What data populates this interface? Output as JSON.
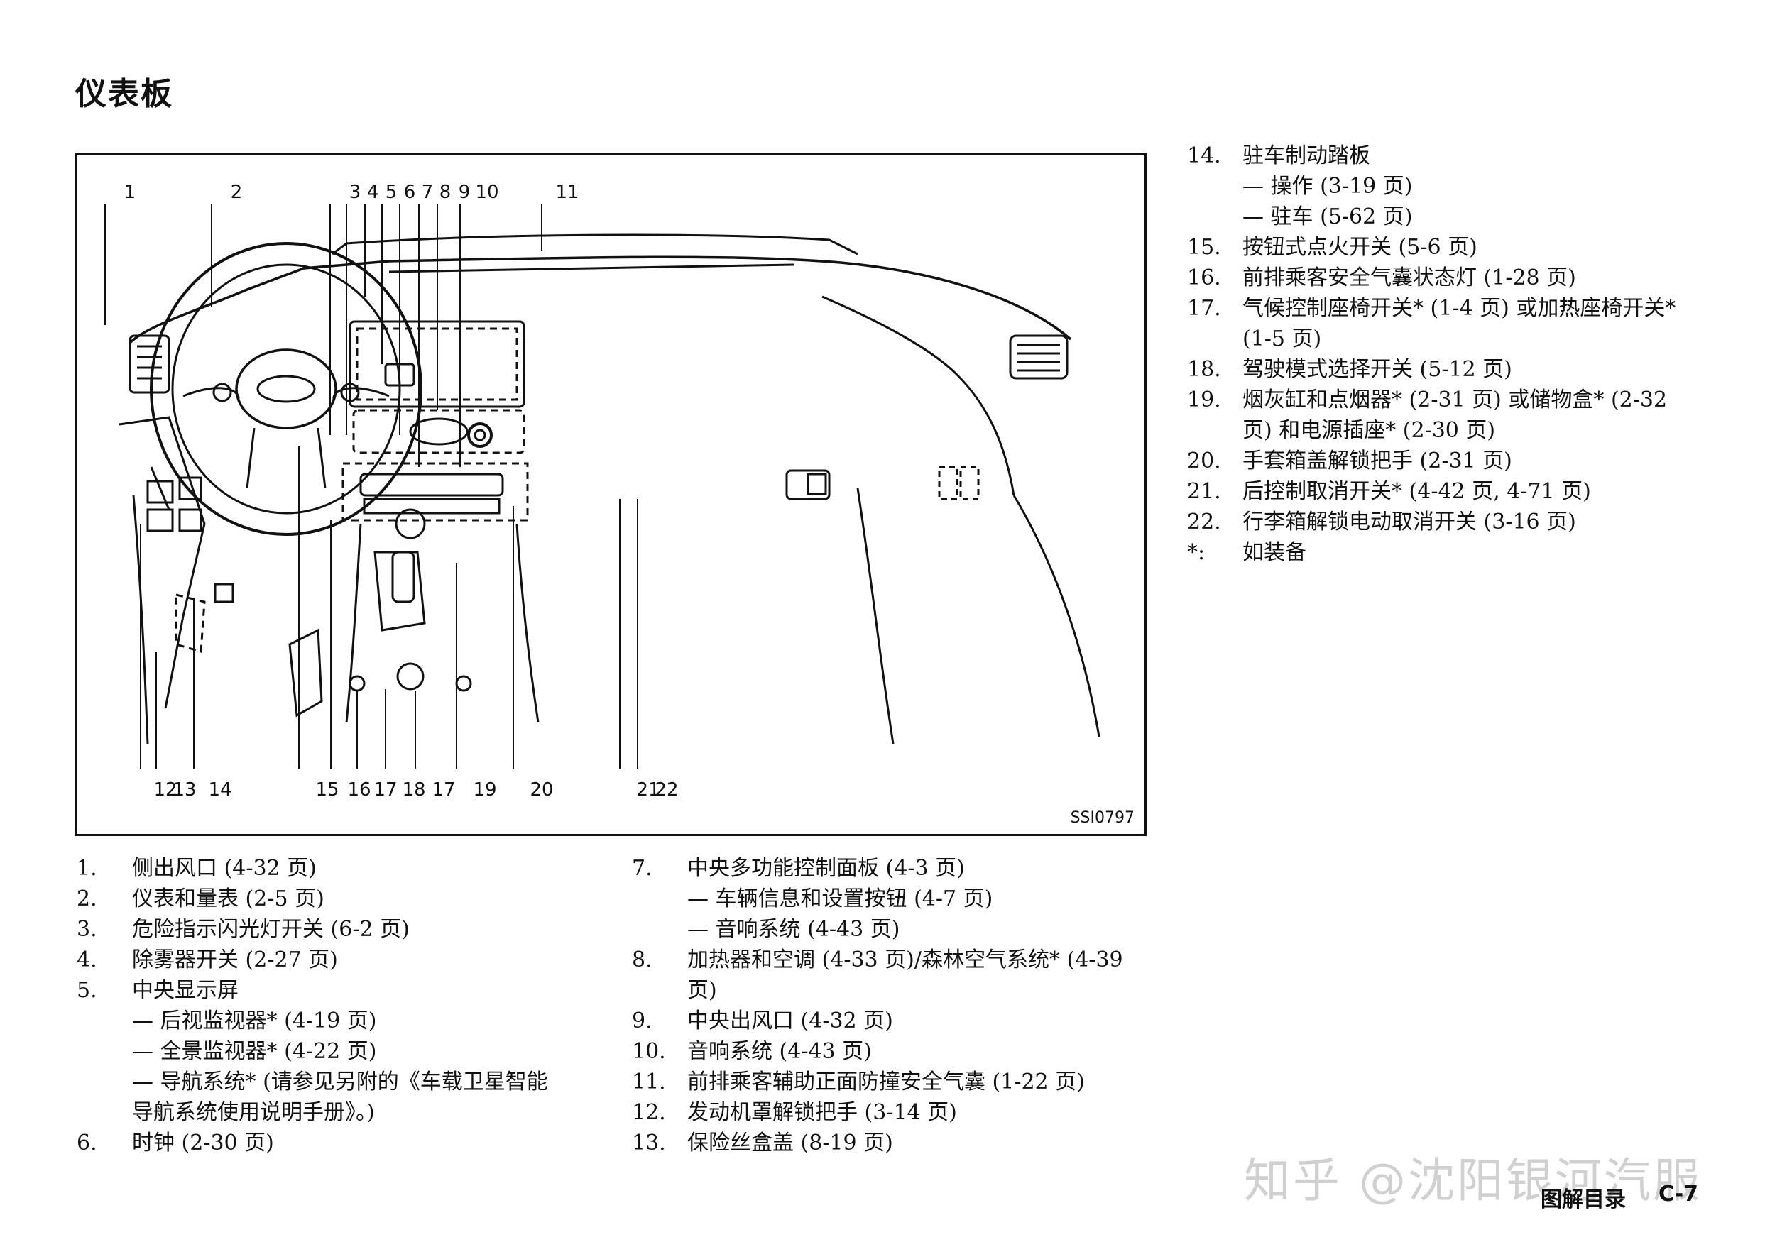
{
  "page": {
    "title": "仪表板",
    "figure_id": "SSI0797",
    "footer_label": "图解目录",
    "footer_page": "C-7",
    "watermark": "知乎 @沈阳银河汽服"
  },
  "callouts_top": [
    "1",
    "2",
    "3",
    "4",
    "5",
    "6",
    "7",
    "8",
    "9",
    "10",
    "11"
  ],
  "callouts_bottom": [
    "12",
    "13",
    "14",
    "15",
    "16",
    "17",
    "18",
    "17",
    "19",
    "20",
    "21",
    "22"
  ],
  "list_left": [
    {
      "num": "1.",
      "text": "侧出风口 (4-32 页)",
      "subs": []
    },
    {
      "num": "2.",
      "text": "仪表和量表 (2-5 页)",
      "subs": []
    },
    {
      "num": "3.",
      "text": "危险指示闪光灯开关 (6-2 页)",
      "subs": []
    },
    {
      "num": "4.",
      "text": "除雾器开关 (2-27 页)",
      "subs": []
    },
    {
      "num": "5.",
      "text": "中央显示屏",
      "subs": [
        "— 后视监视器* (4-19 页)",
        "— 全景监视器* (4-22 页)",
        "— 导航系统* (请参见另附的《车载卫星智能",
        "导航系统使用说明手册》。)"
      ]
    },
    {
      "num": "6.",
      "text": "时钟 (2-30 页)",
      "subs": []
    }
  ],
  "list_middle": [
    {
      "num": "7.",
      "text": "中央多功能控制面板 (4-3 页)",
      "subs": [
        "— 车辆信息和设置按钮 (4-7 页)",
        "— 音响系统 (4-43 页)"
      ]
    },
    {
      "num": "8.",
      "text": "加热器和空调 (4-33 页)/森林空气系统* (4-39",
      "subs": [
        "页)"
      ]
    },
    {
      "num": "9.",
      "text": "中央出风口 (4-32 页)",
      "subs": []
    },
    {
      "num": "10.",
      "text": "音响系统 (4-43 页)",
      "subs": []
    },
    {
      "num": "11.",
      "text": "前排乘客辅助正面防撞安全气囊 (1-22 页)",
      "subs": []
    },
    {
      "num": "12.",
      "text": "发动机罩解锁把手 (3-14 页)",
      "subs": []
    },
    {
      "num": "13.",
      "text": "保险丝盒盖 (8-19 页)",
      "subs": []
    }
  ],
  "list_right": [
    {
      "num": "14.",
      "text": "驻车制动踏板",
      "subs": [
        "— 操作 (3-19 页)",
        "— 驻车 (5-62 页)"
      ]
    },
    {
      "num": "15.",
      "text": "按钮式点火开关 (5-6 页)",
      "subs": []
    },
    {
      "num": "16.",
      "text": "前排乘客安全气囊状态灯 (1-28 页)",
      "subs": []
    },
    {
      "num": "17.",
      "text": "气候控制座椅开关* (1-4 页) 或加热座椅开关*",
      "subs": [
        "(1-5 页)"
      ]
    },
    {
      "num": "18.",
      "text": "驾驶模式选择开关 (5-12 页)",
      "subs": []
    },
    {
      "num": "19.",
      "text": "烟灰缸和点烟器* (2-31 页) 或储物盒* (2-32",
      "subs": [
        "页) 和电源插座* (2-30 页)"
      ]
    },
    {
      "num": "20.",
      "text": "手套箱盖解锁把手 (2-31 页)",
      "subs": []
    },
    {
      "num": "21.",
      "text": "后控制取消开关* (4-42 页, 4-71 页)",
      "subs": []
    },
    {
      "num": "22.",
      "text": "行李箱解锁电动取消开关 (3-16 页)",
      "subs": []
    },
    {
      "num": "*:",
      "text": "如装备",
      "subs": []
    }
  ]
}
